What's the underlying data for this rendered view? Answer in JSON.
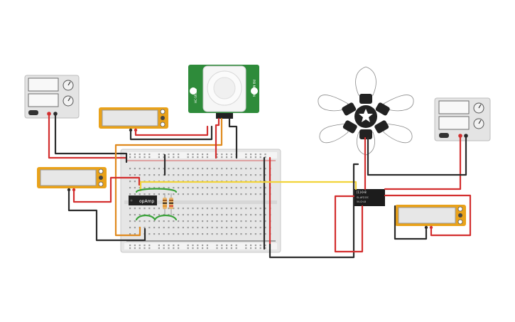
{
  "opamp": {
    "label": "opAmp"
  },
  "relay": {
    "label": "[1]-0-8",
    "line1": "SL-AFZ-DC",
    "line2": "5V-CH-B"
  },
  "sensor": {
    "left_text": "HC-SR501",
    "right_text": "PIR MOTION"
  },
  "colors": {
    "wire_red": "#d32f2f",
    "wire_black": "#2b2b2b",
    "wire_orange": "#e08a1e",
    "wire_yellow": "#f2d43a",
    "wire_green": "#3aa33a",
    "multimeter_body": "#e9a21a",
    "pcb_green": "#2e8b3a",
    "breadboard": "#e9e9e9",
    "lamp_socket": "#222222"
  },
  "icons": [
    "power-supply-icon",
    "multimeter-icon",
    "pir-sensor-icon",
    "breadboard-icon",
    "light-bulb-icon",
    "relay-icon",
    "resistor-icon",
    "opamp-chip-icon"
  ]
}
